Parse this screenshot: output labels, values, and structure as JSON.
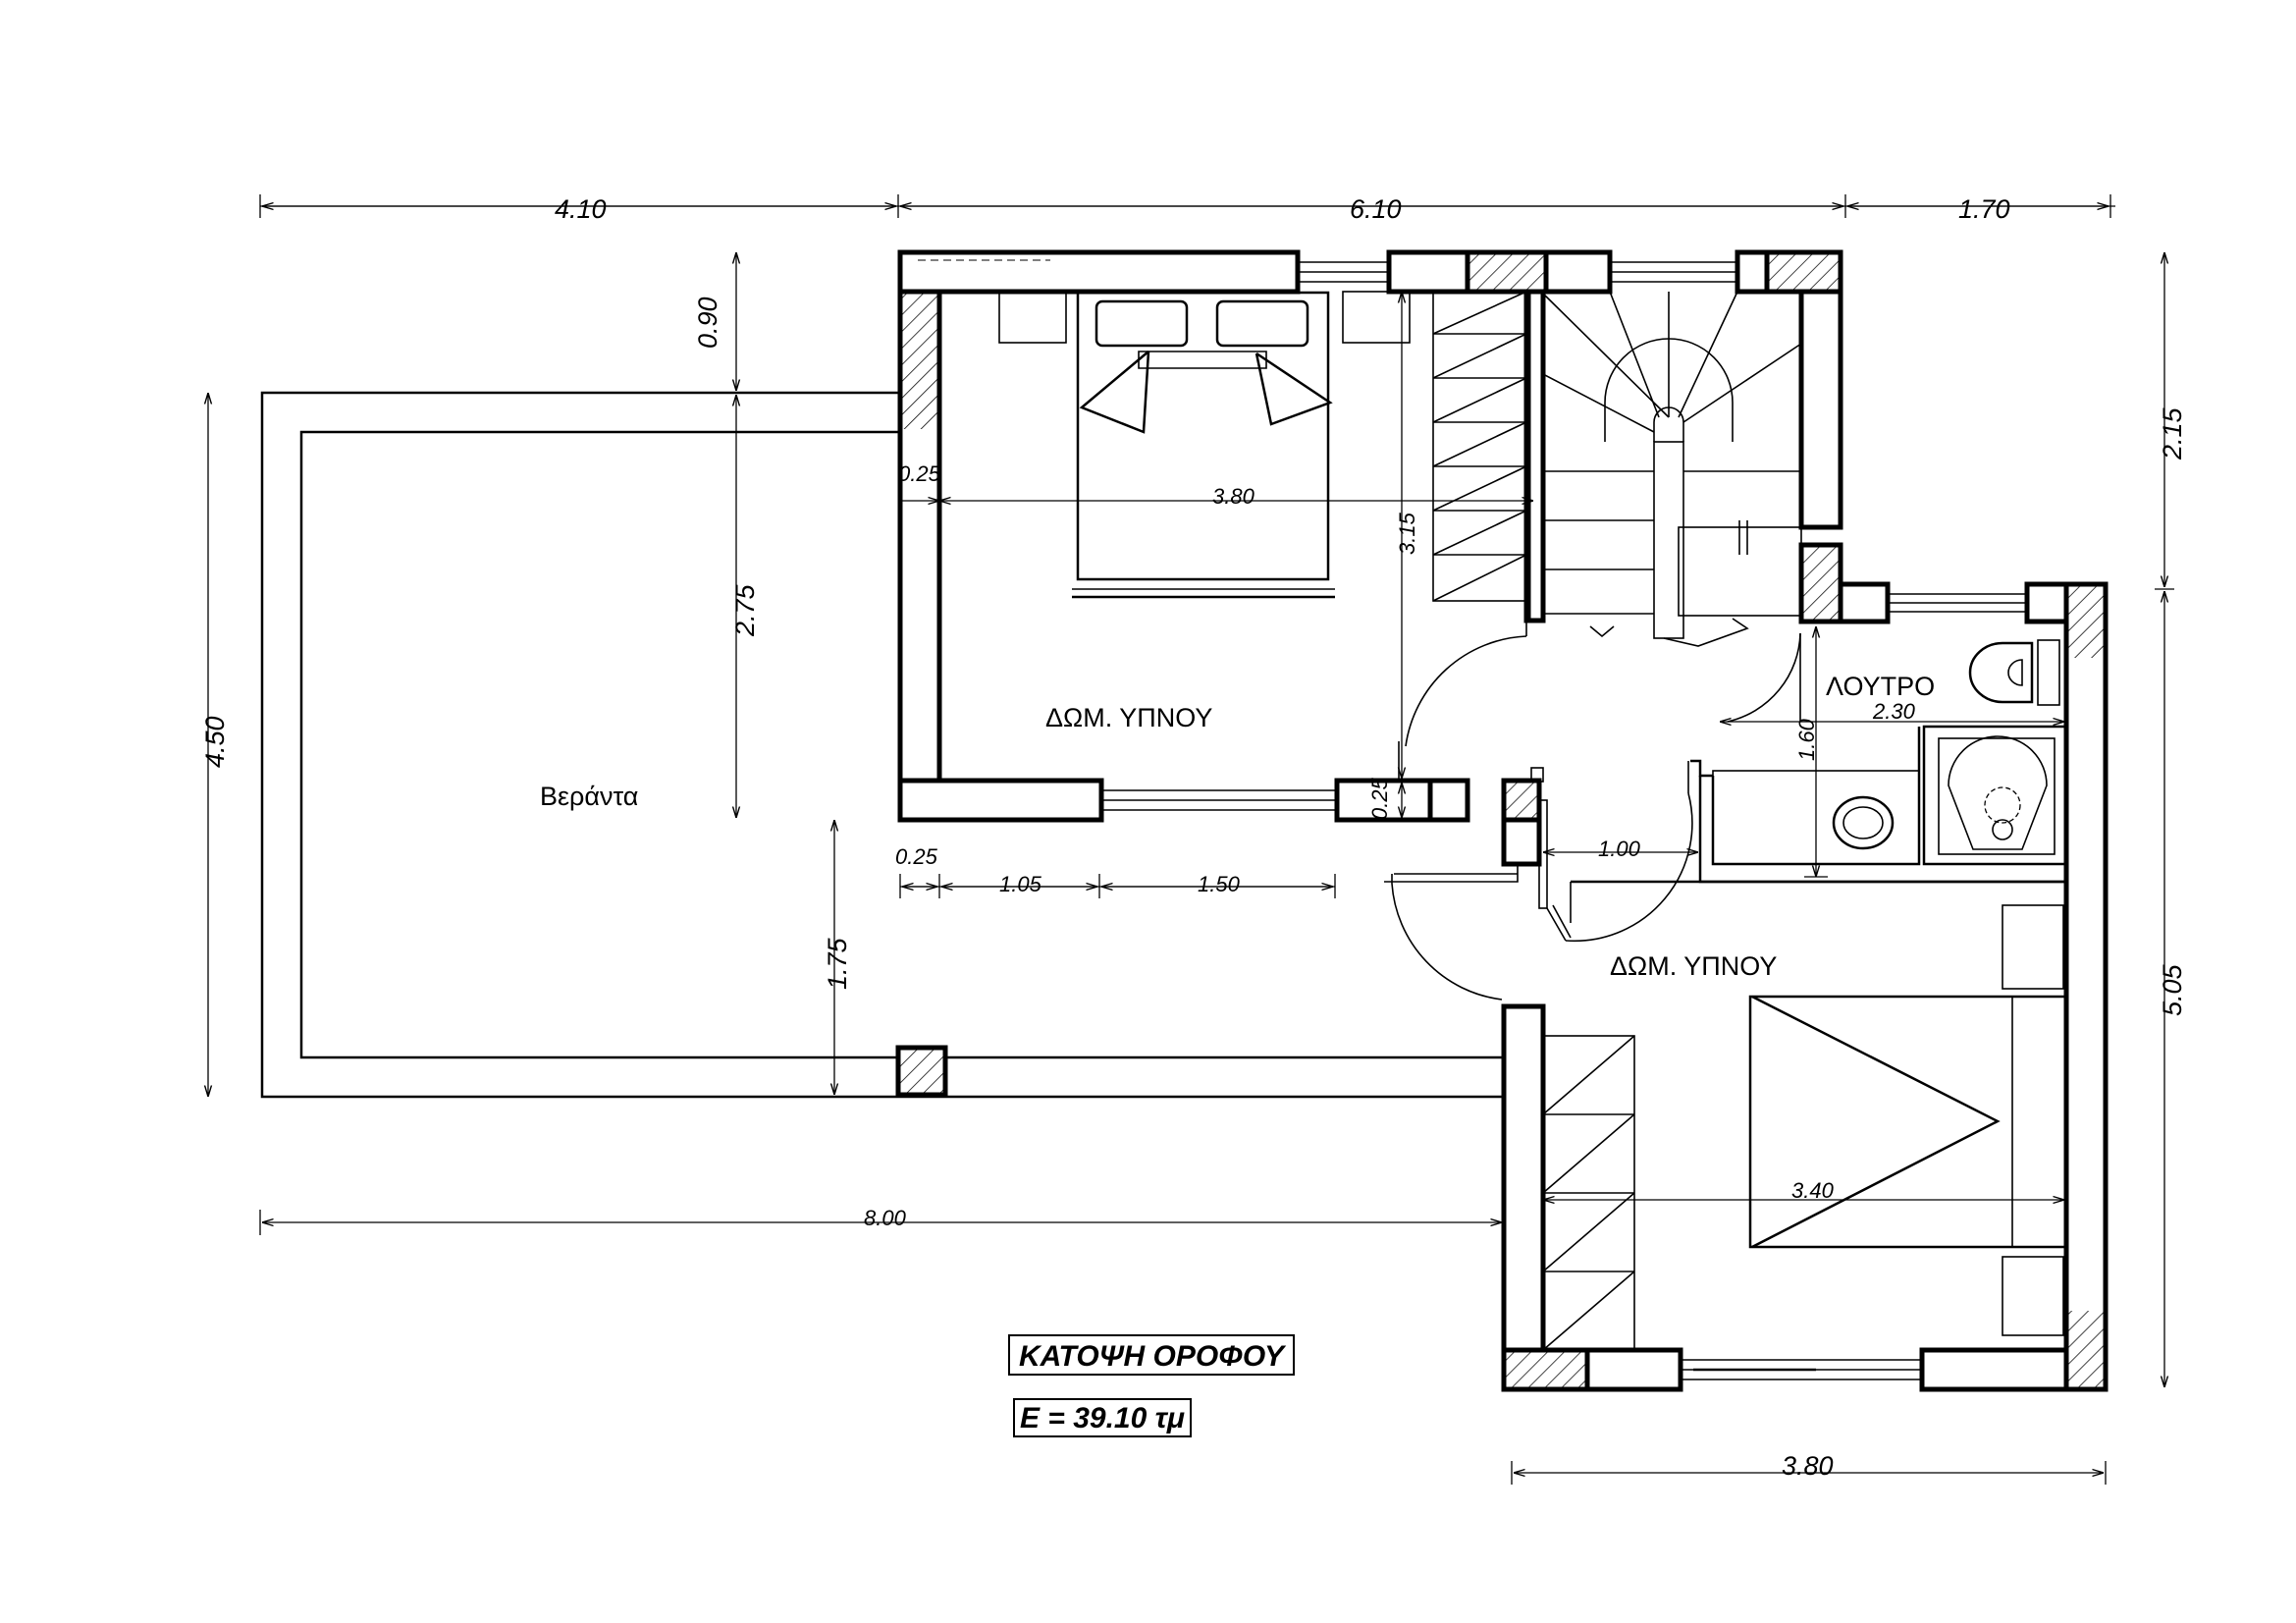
{
  "rooms": {
    "veranda": "Βεράντα",
    "bedroom_1": "ΔΩΜ. ΥΠΝΟΥ",
    "bedroom_2": "ΔΩΜ. ΥΠΝΟΥ",
    "bathroom": "ΛΟΥΤΡΟ"
  },
  "dimensions": {
    "top_left": "4.10",
    "top_mid": "6.10",
    "top_right": "1.70",
    "left_0_90": "0.90",
    "left_2_75": "2.75",
    "left_4_50": "4.50",
    "left_1_75": "1.75",
    "right_2_15": "2.15",
    "right_5_05": "5.05",
    "bedroom_width": "3.80",
    "wall_025_a": "0.25",
    "stair_3_15": "3.15",
    "wall_025_b": "0.25",
    "wall_025_c": "0.25",
    "seg_1_05": "1.05",
    "seg_1_50": "1.50",
    "corridor_1_00": "1.00",
    "bath_1_60": "1.60",
    "bath_2_30": "2.30",
    "bedroom2_3_40": "3.40",
    "bottom_8_00": "8.00",
    "bottom_3_80": "3.80"
  },
  "title": {
    "name": "ΚΑΤΟΨΗ ΟΡΟΦΟΥ",
    "area": "Ε = 39.10 τμ"
  }
}
